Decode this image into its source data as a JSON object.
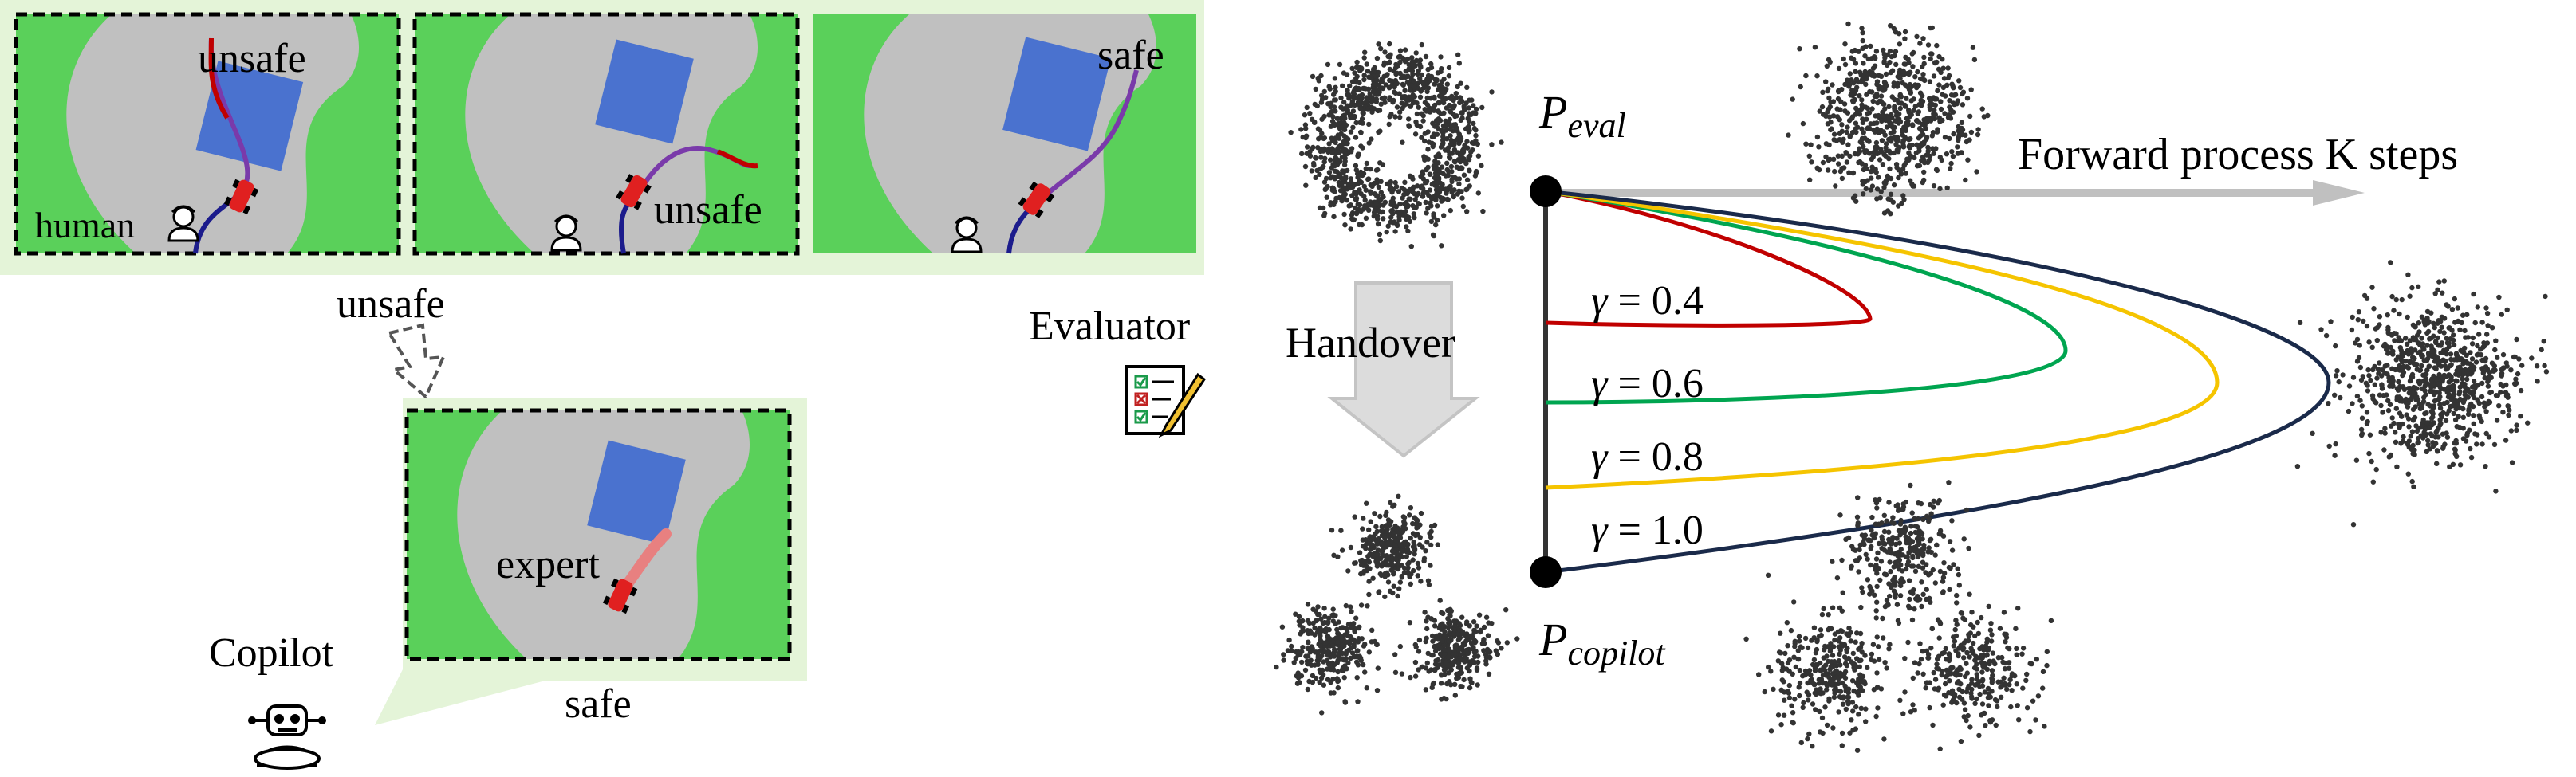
{
  "scenes": {
    "scene1": {
      "trajectory_label": "unsafe",
      "operator_label": "human"
    },
    "scene2": {
      "trajectory_label": "unsafe"
    },
    "scene3": {
      "trajectory_label": "safe"
    },
    "copilot_scene": {
      "trajectory_label": "expert"
    }
  },
  "left_panel": {
    "row_verdict": "unsafe",
    "copilot_verdict": "safe",
    "evaluator_label": "Evaluator",
    "copilot_label": "Copilot"
  },
  "diffusion": {
    "p_eval_base": "P",
    "p_eval_sub": "eval",
    "p_copilot_base": "P",
    "p_copilot_sub": "copilot",
    "forward_label": "Forward process K steps",
    "handover_label": "Handover",
    "gammas": [
      {
        "symbol": "γ",
        "text": " = 0.4",
        "color": "#c00000"
      },
      {
        "symbol": "γ",
        "text": " = 0.6",
        "color": "#00a550"
      },
      {
        "symbol": "γ",
        "text": " = 0.8",
        "color": "#f5c400"
      },
      {
        "symbol": "γ",
        "text": " = 1.0",
        "color": "#1a2a4a"
      }
    ]
  },
  "colors": {
    "grass": "#5ad05a",
    "road": "#c0c0c0",
    "obstacle": "#4a72cf",
    "car": "#e02020",
    "human_path": "#1c1c8c",
    "unsafe_path": "#7a3aaa",
    "expert_path": "#e88080",
    "highlight": "#e4f4d8",
    "point": "#333333"
  }
}
